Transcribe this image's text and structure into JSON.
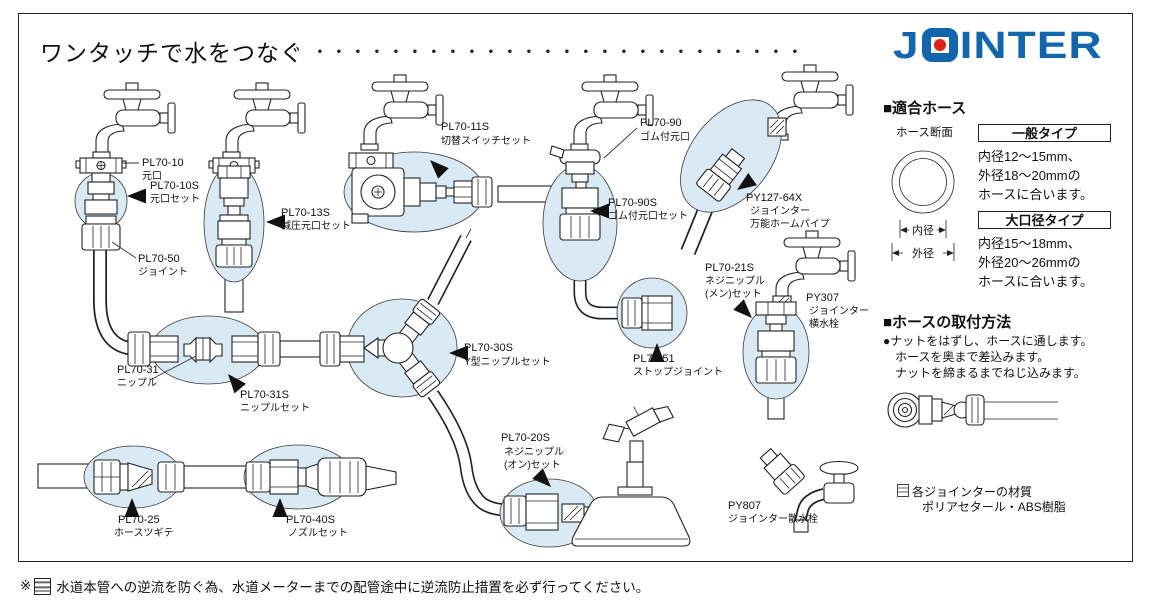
{
  "header": {
    "title": "ワンタッチで水をつなぐ",
    "dots": "・・・・・・・・・・・・・・・・・・・・・・・・・・",
    "brand_prefix": "J",
    "brand_suffix": "INTER"
  },
  "diagram": {
    "labels": {
      "pl70_10": {
        "code": "PL70-10",
        "name": "元口"
      },
      "pl70_10s": {
        "code": "PL70-10S",
        "name": "元口セット"
      },
      "pl70_50": {
        "code": "PL70-50",
        "name": "ジョイント"
      },
      "pl70_13s": {
        "code": "PL70-13S",
        "name": "減圧元口セット"
      },
      "pl70_11s": {
        "code": "PL70-11S",
        "name": "切替スイッチセット"
      },
      "pl70_90": {
        "code": "PL70-90",
        "name": "ゴム付元口"
      },
      "pl70_90s": {
        "code": "PL70-90S",
        "name": "ゴム付元口セット"
      },
      "py127_64x": {
        "code": "PY127-64X",
        "name1": "ジョインター",
        "name2": "万能ホームパイプ"
      },
      "pl70_21s": {
        "code": "PL70-21S",
        "name1": "ネジニップル",
        "name2": "(メン)セット"
      },
      "py307": {
        "code": "PY307",
        "name1": "ジョインター",
        "name2": "横水栓"
      },
      "pl70_31": {
        "code": "PL70-31",
        "name": "ニップル"
      },
      "pl70_31s": {
        "code": "PL70-31S",
        "name": "ニップルセット"
      },
      "pl70_30s": {
        "code": "PL70-30S",
        "name": "Y型ニップルセット"
      },
      "pl70_51": {
        "code": "PL70-51",
        "name": "ストップジョイント"
      },
      "pl70_20s": {
        "code": "PL70-20S",
        "name1": "ネジニップル",
        "name2": "(オン)セット"
      },
      "pl70_25": {
        "code": "PL70-25",
        "name": "ホースツギテ"
      },
      "pl70_40s": {
        "code": "PL70-40S",
        "name": "ノズルセット"
      },
      "py807": {
        "code": "PY807",
        "name": "ジョインター散水栓"
      }
    }
  },
  "sidebar": {
    "hose_title": "■適合ホース",
    "cross_section": "ホース断面",
    "inner": "内径",
    "outer": "外径",
    "general_type": {
      "title": "一般タイプ",
      "line1": "内径12〜15mm、",
      "line2": "外径18〜20mmの",
      "line3": "ホースに合います。"
    },
    "large_type": {
      "title": "大口径タイプ",
      "line1": "内径15〜18mm、",
      "line2": "外径20〜26mmの",
      "line3": "ホースに合います。"
    },
    "attach_title": "■ホースの取付方法",
    "attach_line1": "●ナットをはずし、ホースに通します。",
    "attach_line2": "ホースを奥まで差込みます。",
    "attach_line3": "ナットを締まるまでねじ込みます。",
    "material_line1": "各ジョインターの材質",
    "material_line2": "ポリアセタール・ABS樹脂"
  },
  "footnote": {
    "prefix": "※",
    "text": "水道本管への逆流を防ぐ為、水道メーターまでの配管途中に逆流防止措置を必ず行ってください。"
  },
  "colors": {
    "brand_blue": "#1266ad",
    "brand_red": "#e32119",
    "highlight": "#daeaf5"
  }
}
